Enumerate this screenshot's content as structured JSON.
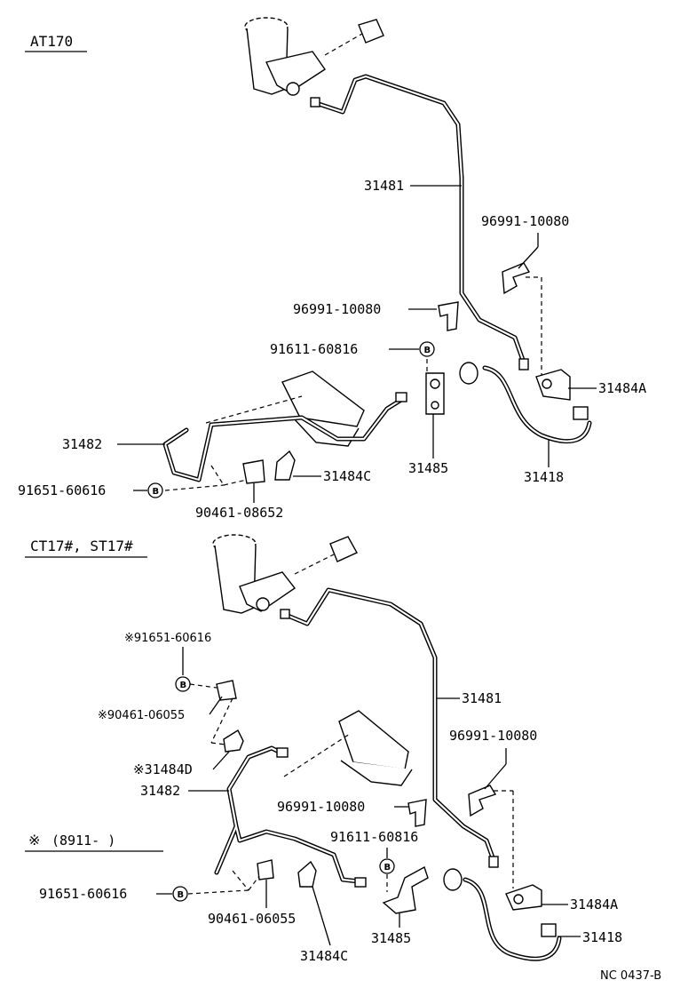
{
  "sections": {
    "top": {
      "model": "AT170"
    },
    "bottom": {
      "model": "CT17#, ST17#",
      "note_mark": "※",
      "note_range": "(8911-      )"
    }
  },
  "labels": {
    "t_31481": "31481",
    "t_96991_right": "96991-10080",
    "t_96991_mid": "96991-10080",
    "t_91611": "91611-60816",
    "t_31484A": "31484A",
    "t_31482": "31482",
    "t_31485": "31485",
    "t_31418": "31418",
    "t_31484C": "31484C",
    "t_91651": "91651-60616",
    "t_90461": "90461-08652",
    "b_91651_star": "※91651-60616",
    "b_90461_star": "※90461-06055",
    "b_31484D": "※31484D",
    "b_31482": "31482",
    "b_31481": "31481",
    "b_96991_right": "96991-10080",
    "b_96991_mid": "96991-10080",
    "b_91611": "91611-60816",
    "b_91651": "91651-60616",
    "b_90461": "90461-06055",
    "b_31484C": "31484C",
    "b_31485": "31485",
    "b_31484A": "31484A",
    "b_31418": "31418"
  },
  "bolt_mark": "B",
  "diagram_code": "NC 0437-B"
}
